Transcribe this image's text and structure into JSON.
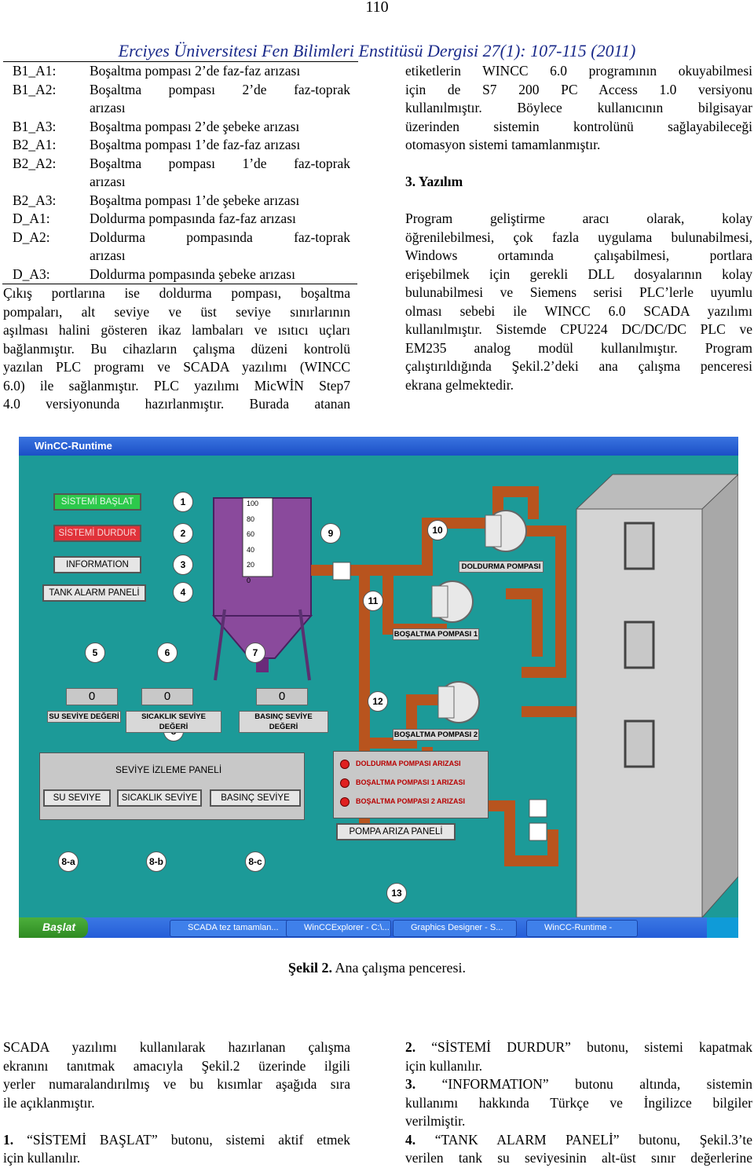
{
  "page_number": "110",
  "journal_header": "Erciyes Üniversitesi Fen Bilimleri Enstitüsü Dergisi 27(1): 107-115 (2011)",
  "abbreviations": [
    {
      "key": "B1_A1:",
      "lines": [
        "Boşaltma pompası 2’de faz-faz arızası"
      ]
    },
    {
      "key": "B1_A2:",
      "lines": [
        "Boşaltma pompası 2’de faz-toprak",
        "arızası"
      ]
    },
    {
      "key": "B1_A3:",
      "lines": [
        "Boşaltma pompası 2’de şebeke arızası"
      ]
    },
    {
      "key": "B2_A1:",
      "lines": [
        "Boşaltma pompası 1’de faz-faz arızası"
      ]
    },
    {
      "key": "B2_A2:",
      "lines": [
        "Boşaltma pompası 1’de faz-toprak",
        "arızası"
      ]
    },
    {
      "key": "B2_A3:",
      "lines": [
        "Boşaltma pompası 1’de şebeke arızası"
      ]
    },
    {
      "key": "D_A1:",
      "lines": [
        "Doldurma pompasında faz-faz arızası"
      ]
    },
    {
      "key": "D_A2:",
      "lines": [
        "Doldurma pompasında faz-toprak",
        "arızası"
      ]
    },
    {
      "key": "D_A3:",
      "lines": [
        "Doldurma pompasında şebeke arızası"
      ]
    }
  ],
  "left_paragraph_lines": [
    "Çıkış portlarına ise doldurma pompası, boşaltma",
    "pompaları, alt seviye ve üst seviye sınırlarının",
    "aşılması halini gösteren ikaz lambaları ve ısıtıcı uçları",
    "bağlanmıştır. Bu cihazların çalışma düzeni kontrolü",
    "yazılan PLC programı ve SCADA yazılımı (WINCC",
    "6.0) ile sağlanmıştır. PLC yazılımı MicWİN Step7",
    "4.0 versiyonunda hazırlanmıştır. Burada atanan"
  ],
  "right_top_lines": [
    "etiketlerin WINCC 6.0 programının okuyabilmesi",
    "için de S7 200 PC Access 1.0 versiyonu",
    "kullanılmıştır. Böylece kullanıcının bilgisayar",
    "üzerinden sistemin kontrolünü sağlayabileceği",
    "otomasyon sistemi tamamlanmıştır."
  ],
  "section_heading": "3. Yazılım",
  "right_section_lines": [
    "Program geliştirme aracı olarak, kolay",
    "öğrenilebilmesi, çok fazla uygulama bulunabilmesi,",
    "Windows ortamında çalışabilmesi, portlara",
    "erişebilmek için gerekli DLL dosyalarının kolay",
    "bulunabilmesi ve Siemens serisi PLC’lerle uyumlu",
    "olması sebebi ile WINCC 6.0 SCADA yazılımı",
    "kullanılmıştır. Sistemde CPU224 DC/DC/DC PLC ve",
    "EM235 analog modül kullanılmıştır. Program",
    "çalıştırıldığında Şekil.2’deki ana çalışma penceresi",
    "ekrana gelmektedir."
  ],
  "figure": {
    "window_title": "WinCC-Runtime",
    "buttons": {
      "start": "SİSTEMİ BAŞLAT",
      "stop": "SİSTEMİ DURDUR",
      "information": "INFORMATION",
      "tank_alarm": "TANK ALARM PANELİ",
      "su_seviye": "SU SEVIYE",
      "sicaklik_seviye": "SICAKLIK SEVİYE",
      "basinc_seviye": "BASINÇ SEVİYE",
      "pompa_ariza": "POMPA ARIZA PANELİ"
    },
    "markers": [
      "1",
      "2",
      "3",
      "4",
      "5",
      "6",
      "7",
      "8",
      "9",
      "10",
      "11",
      "12",
      "13",
      "8-a",
      "8-b",
      "8-c"
    ],
    "scale_ticks": [
      "100",
      "80",
      "60",
      "40",
      "20",
      "0"
    ],
    "value_displays": [
      "0",
      "0",
      "0"
    ],
    "plates": {
      "su_seviye_degeri": "SU SEVİYE DEĞERİ",
      "sicaklik_seviye_degeri": "SICAKLIK SEVİYE DEĞERİ",
      "basinc_seviye_degeri": "BASINÇ SEVİYE DEĞERİ",
      "doldurma_pompasi": "DOLDURMA POMPASI",
      "bosaltma_pompasi_1": "BOŞALTMA POMPASI 1",
      "bosaltma_pompasi_2": "BOŞALTMA POMPASI 2",
      "seviye_izleme_paneli": "SEVİYE İZLEME PANELİ"
    },
    "alarms": [
      "DOLDURMA POMPASI ARIZASI",
      "BOŞALTMA POMPASI 1 ARIZASI",
      "BOŞALTMA POMPASI 2 ARIZASI"
    ],
    "taskbar": {
      "start": "Başlat",
      "tasks": [
        "SCADA tez tamamlan...",
        "WinCCExplorer - C:\\...",
        "Graphics Designer - S...",
        "WinCC-Runtime -"
      ]
    }
  },
  "caption_bold": "Şekil 2.",
  "caption_text": " Ana çalışma penceresi.",
  "bottom_left_lines": [
    "SCADA yazılımı kullanılarak hazırlanan çalışma",
    "ekranını tanıtmak amacıyla Şekil.2 üzerinde ilgili",
    "yerler numaralandırılmış ve bu kısımlar aşağıda sıra",
    "ile açıklanmıştır."
  ],
  "item1_num": "1.",
  "item1_lines": [
    " “SİSTEMİ BAŞLAT” butonu, sistemi aktif etmek",
    "için kullanılır."
  ],
  "item2_num": "2.",
  "item2_lines": [
    " “SİSTEMİ DURDUR” butonu, sistemi kapatmak",
    "için kullanılır."
  ],
  "item3_num": "3.",
  "item3_lines": [
    " “INFORMATION” butonu altında, sistemin",
    "kullanımı hakkında Türkçe ve İngilizce bilgiler",
    "verilmiştir."
  ],
  "item4_num": "4.",
  "item4_lines": [
    " “TANK ALARM PANELİ” butonu, Şekil.3’te",
    "verilen tank su seviyesinin alt-üst sınır değerlerine"
  ]
}
